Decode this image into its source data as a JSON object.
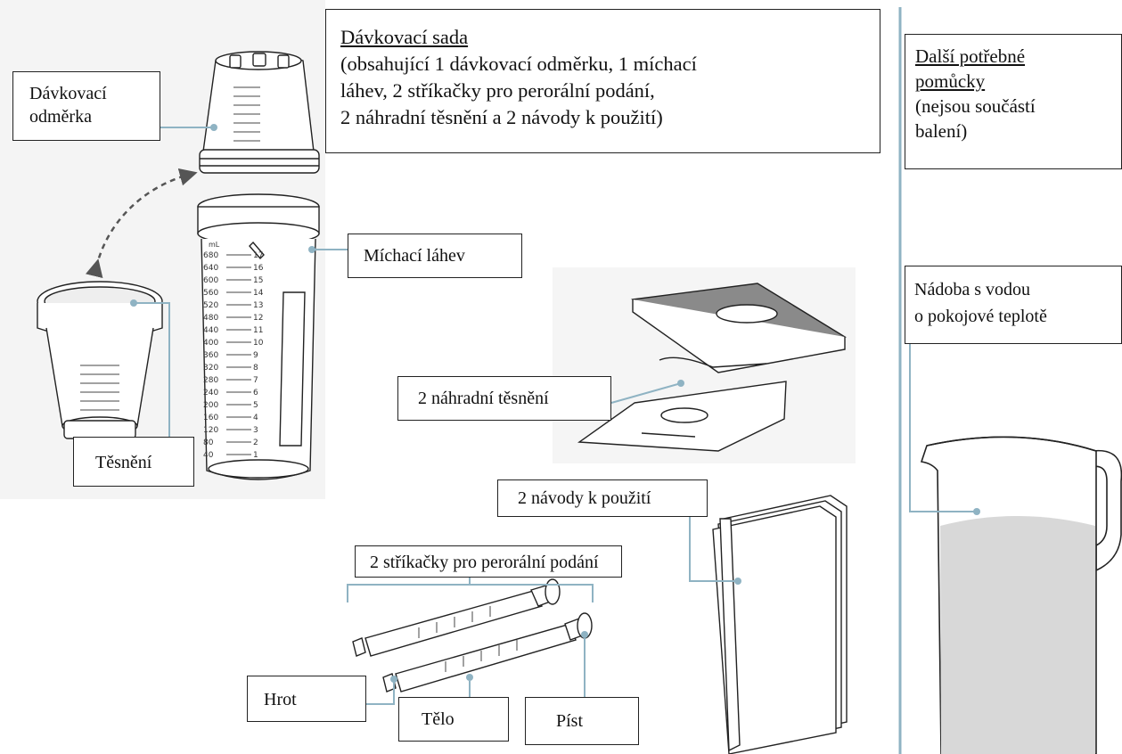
{
  "kit": {
    "title": "Dávkovací sada",
    "desc_1": "(obsahující 1 dávkovací odměrku, 1 míchací",
    "desc_2": "láhev, 2 stříkačky pro perorální podání,",
    "desc_3": "2 náhradní těsnění a 2 návody k použití)"
  },
  "extra": {
    "title_1": "Další potřebné",
    "title_2": "pomůcky",
    "desc_1": "(nejsou součástí",
    "desc_2": "balení)"
  },
  "labels": {
    "cup_1": "Dávkovací",
    "cup_2": "odměrka",
    "bottle": "Míchací láhev",
    "seal": "Těsnění",
    "spare_seals": "2 náhradní těsnění",
    "instructions": "2 návody k použití",
    "syringes": "2 stříkačky pro perorální podání",
    "tip": "Hrot",
    "barrel": "Tělo",
    "plunger": "Píst",
    "jug_1": "Nádoba s vodou",
    "jug_2": "o pokojové teplotě"
  },
  "bottle_scale": {
    "ml": [
      "680",
      "640",
      "600",
      "560",
      "520",
      "480",
      "440",
      "400",
      "360",
      "320",
      "280",
      "240",
      "200",
      "160",
      "120",
      "80",
      "40"
    ],
    "oz": [
      "17",
      "16",
      "15",
      "14",
      "13",
      "12",
      "11",
      "10",
      "9",
      "8",
      "7",
      "6",
      "5",
      "4",
      "3",
      "2",
      "1"
    ],
    "ml_unit": "mL"
  },
  "colors": {
    "leader": "#8fb3c3",
    "divider": "#8fb3c3",
    "outline": "#222222",
    "water": "#d8d8d8"
  }
}
